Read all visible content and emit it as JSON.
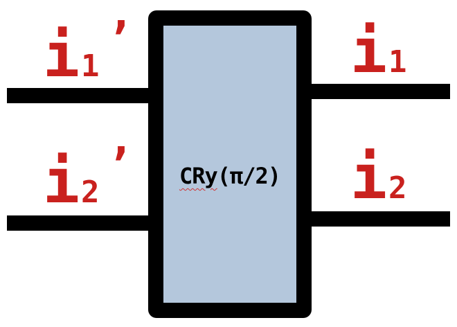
{
  "gate": {
    "label_name": "CRy",
    "label_param": "(π/2)",
    "fill_color": "#b4c7dc",
    "border_color": "#000000"
  },
  "inputs": [
    {
      "main": "i",
      "sub": "1",
      "prime": "’"
    },
    {
      "main": "i",
      "sub": "2",
      "prime": "’"
    }
  ],
  "outputs": [
    {
      "main": "i",
      "sub": "1"
    },
    {
      "main": "i",
      "sub": "2"
    }
  ],
  "colors": {
    "label": "#c9211e",
    "wire": "#000000",
    "background": "#ffffff"
  }
}
